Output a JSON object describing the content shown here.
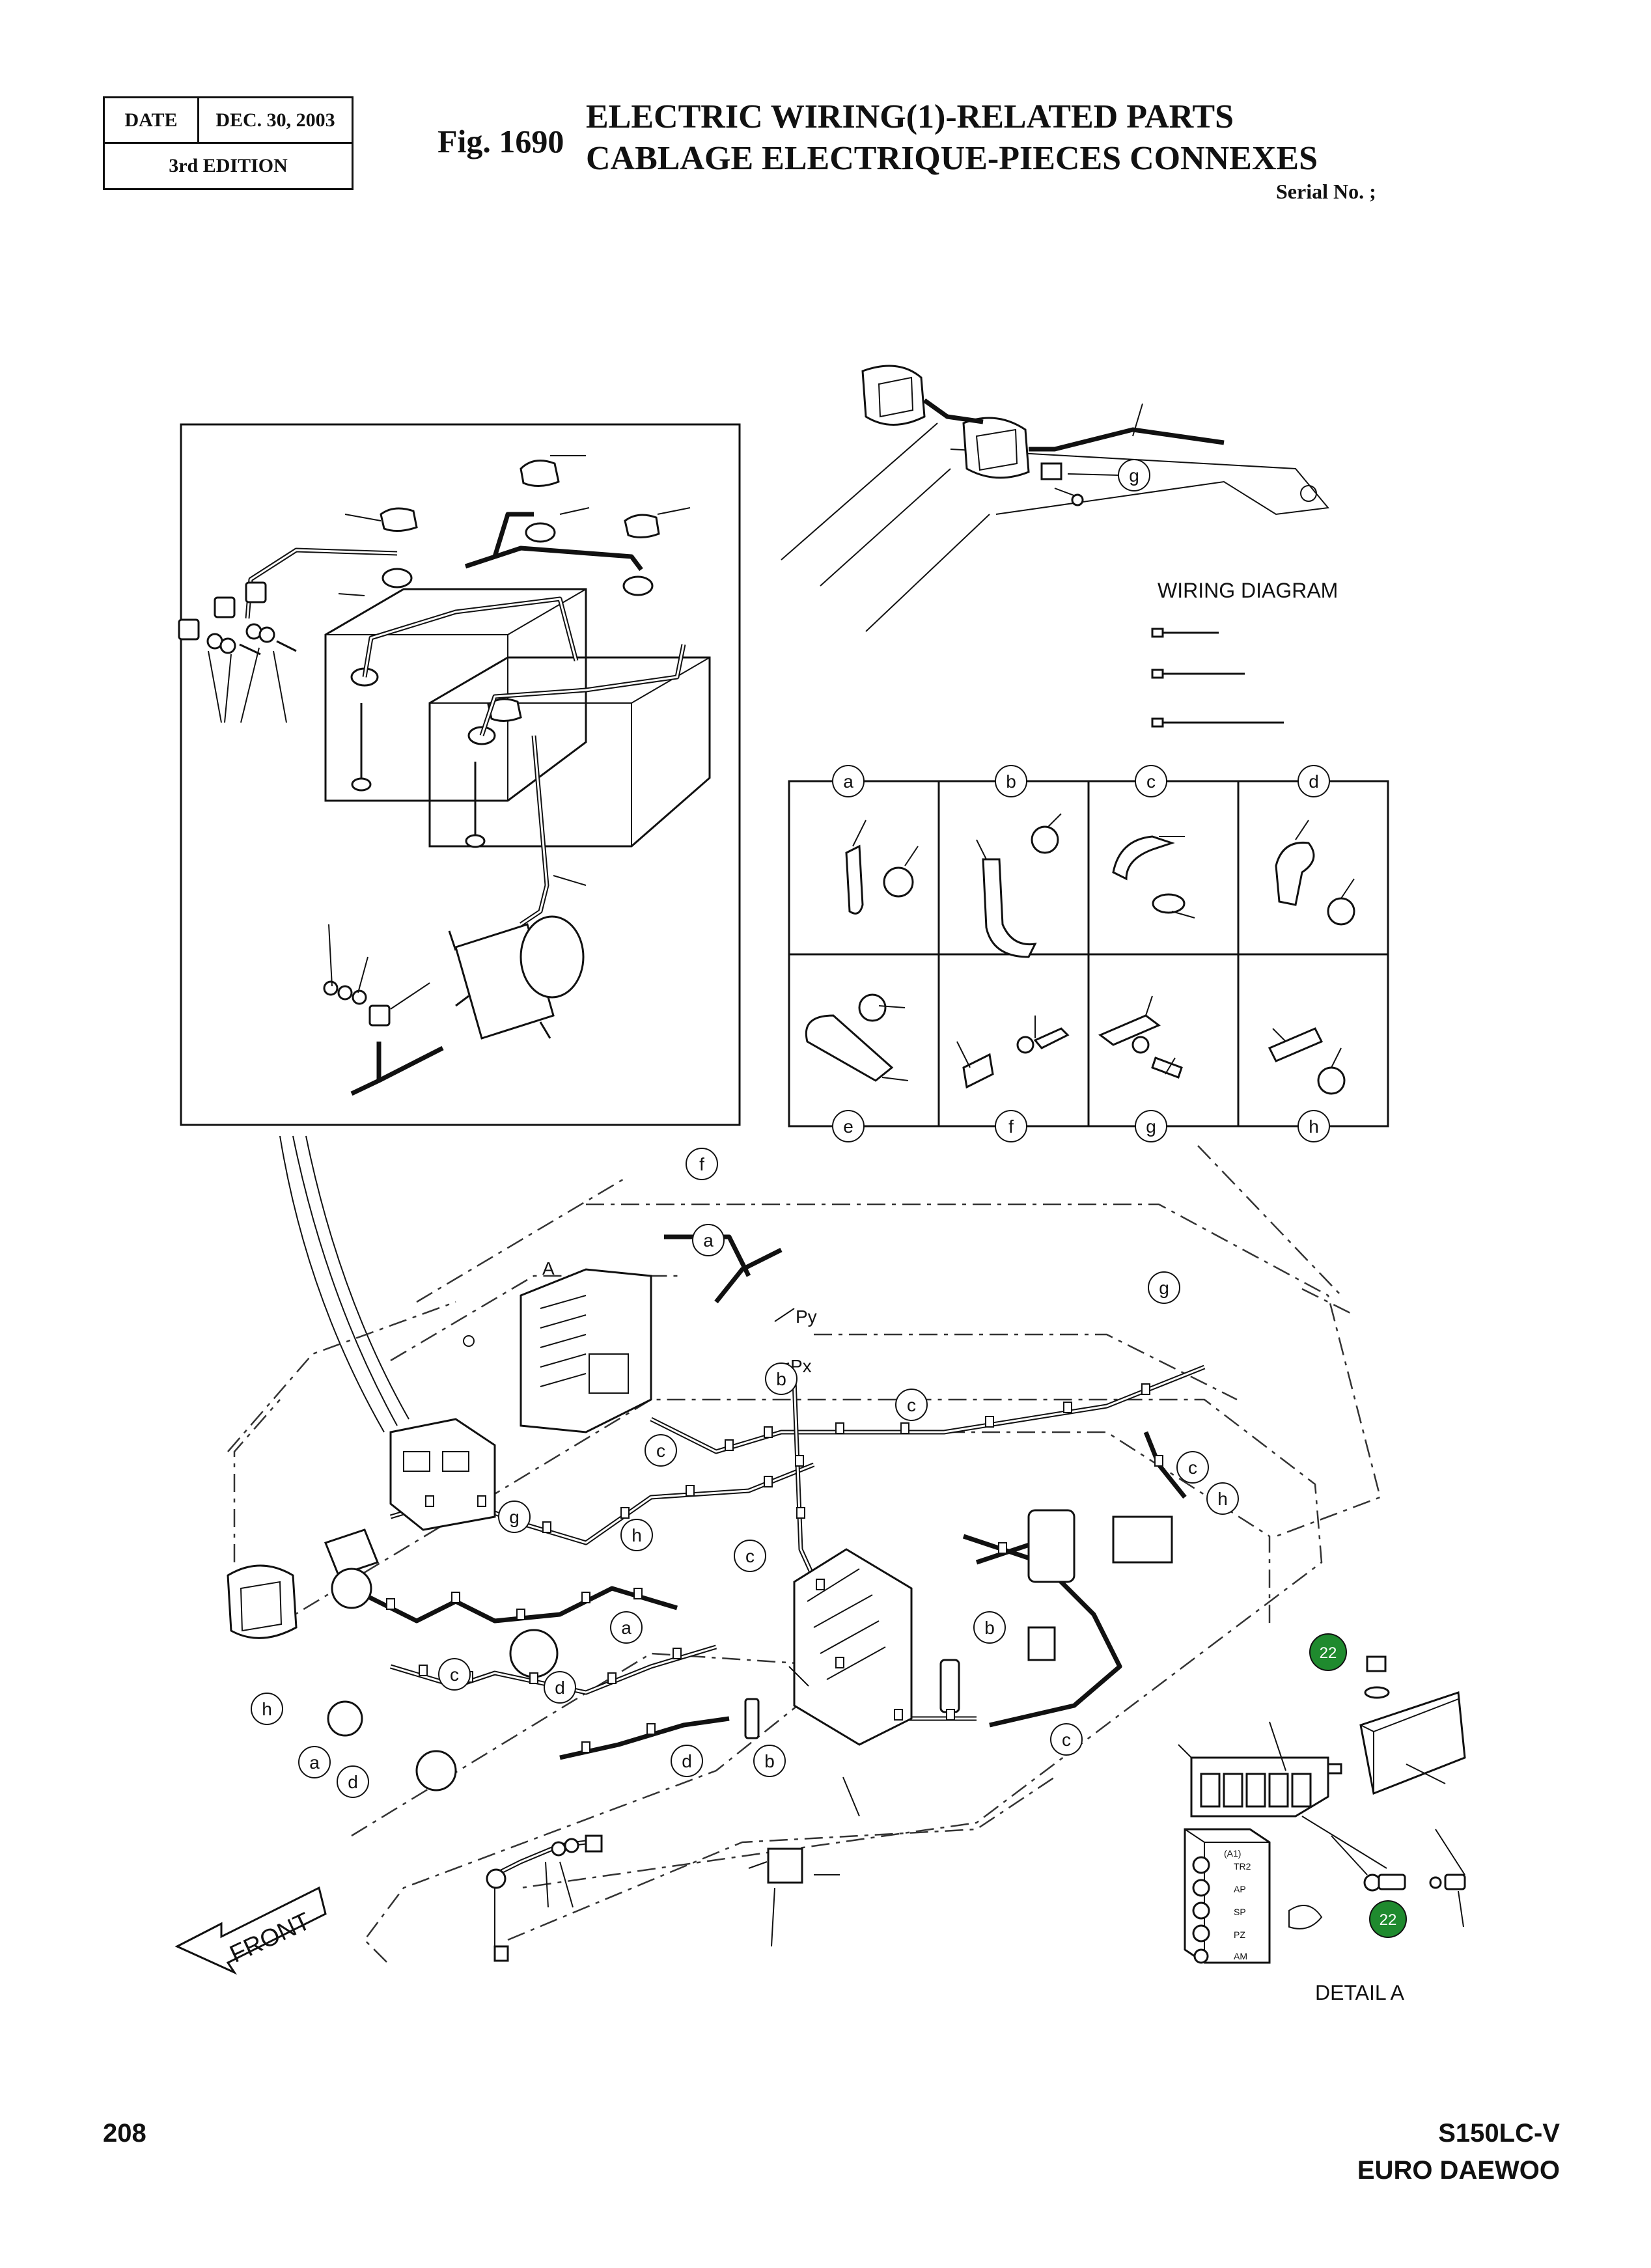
{
  "header": {
    "date_label": "DATE",
    "date_value": "DEC. 30, 2003",
    "edition": "3rd  EDITION",
    "fig_number": "Fig. 1690",
    "title_en": "ELECTRIC WIRING(1)-RELATED PARTS",
    "title_fr": "CABLAGE ELECTRIQUE-PIECES CONNEXES",
    "serial": "Serial No. ;"
  },
  "labels": {
    "wiring_diagram": "WIRING DIAGRAM",
    "detail_a": "DETAIL  A",
    "front": "FRONT",
    "detail_marker": "A",
    "py": "Py",
    "px": "Px"
  },
  "clamp_grid": [
    "a",
    "b",
    "c",
    "d",
    "e",
    "f",
    "g",
    "h"
  ],
  "callouts": [
    "f",
    "a",
    "b",
    "c",
    "c",
    "c",
    "h",
    "g",
    "h",
    "c",
    "a",
    "b",
    "c",
    "d",
    "d",
    "h",
    "a",
    "d",
    "b",
    "c",
    "g"
  ],
  "relay_tags": [
    "TR2",
    "AP",
    "SP",
    "PZ",
    "AM"
  ],
  "relay_header": "(A1)",
  "part_refs": [
    "22",
    "22"
  ],
  "footer": {
    "page_number": "208",
    "model": "S150LC-V",
    "maker": "EURO DAEWOO"
  },
  "colors": {
    "ink": "#111111",
    "part_ref_fill": "#1f8a2e"
  }
}
